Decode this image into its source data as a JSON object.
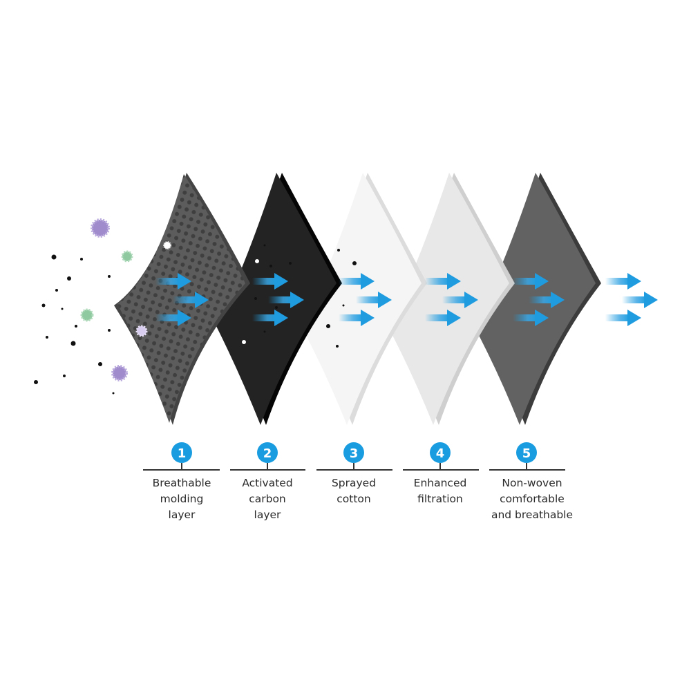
{
  "colors": {
    "accent_blue": "#1a9de0",
    "layer1": "#5a5a5a",
    "layer2": "#1e1e1e",
    "layer3": "#f3f3f3",
    "layer4": "#e6e6e6",
    "layer5": "#606060",
    "virus_purple": "#a08ccc",
    "virus_green": "#8fc9a0"
  },
  "layers": [
    {
      "number": "1",
      "label_lines": [
        "Breathable",
        "molding",
        "layer"
      ]
    },
    {
      "number": "2",
      "label_lines": [
        "Activated",
        "carbon",
        "layer"
      ]
    },
    {
      "number": "3",
      "label_lines": [
        "Sprayed",
        "cotton"
      ]
    },
    {
      "number": "4",
      "label_lines": [
        "Enhanced",
        "filtration"
      ]
    },
    {
      "number": "5",
      "label_lines": [
        "Non-woven",
        "comfortable",
        "and breathable"
      ]
    }
  ]
}
